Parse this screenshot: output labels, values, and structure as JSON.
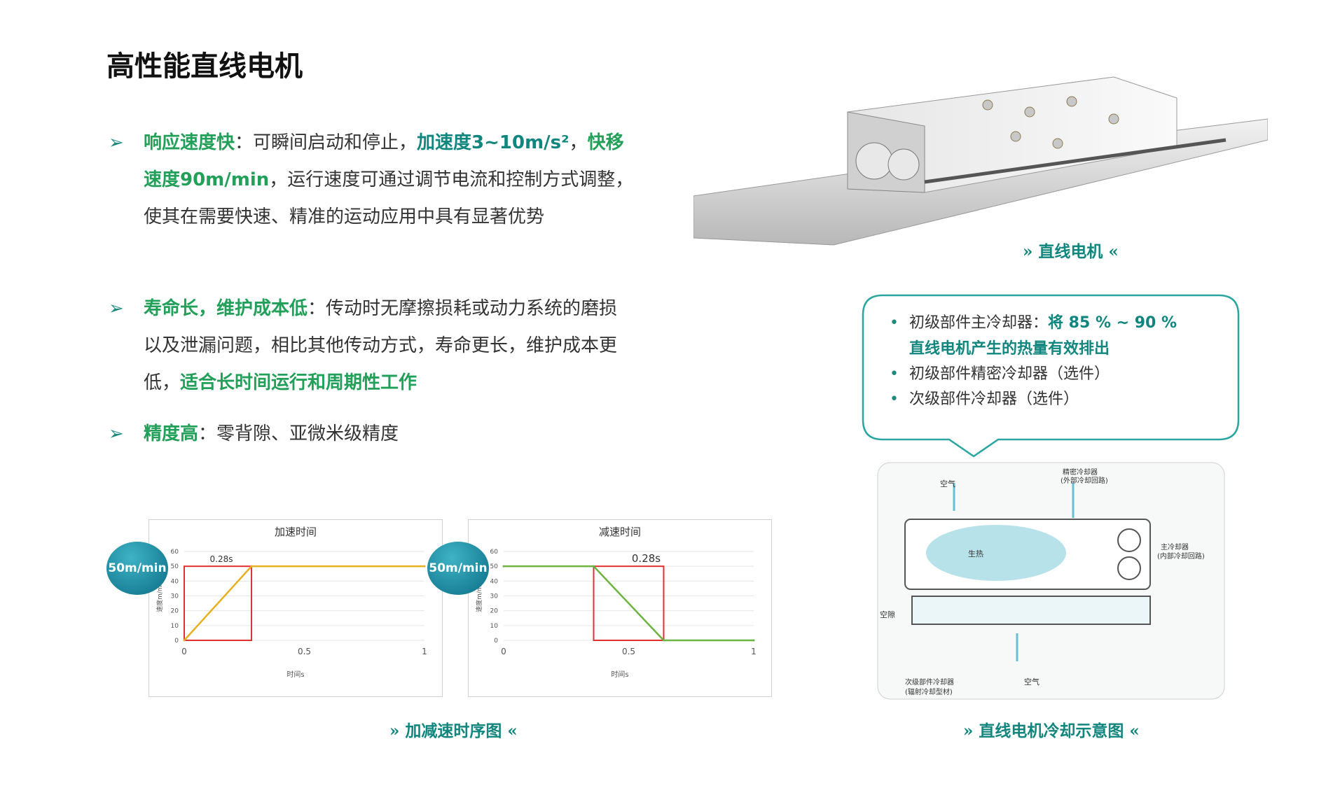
{
  "title": "高性能直线电机",
  "bullets": {
    "b1": {
      "h1": "响应速度快",
      "t1": "：可瞬间启动和停止，",
      "h2": "加速度3~10m/s²",
      "t2": "，",
      "h3": "快移速度90m/min",
      "t3": "，运行速度可通过调节电流和控制方式调整，使其在需要快速、精准的运动应用中具有显著优势"
    },
    "b2": {
      "h1": "寿命长，维护成本低",
      "t1": "：传动时无摩擦损耗或动力系统的磨损以及泄漏问题，相比其他传动方式，寿命更长，维护成本更低，",
      "h2": "适合长时间运行和周期性工作"
    },
    "b3": {
      "h1": "精度高",
      "t1": "：零背隙、亚微米级精度"
    },
    "arrow_glyph": "➢"
  },
  "captions": {
    "motor": "» 直线电机 «",
    "timing": "» 加减速时序图 «",
    "cooling": "» 直线电机冷却示意图 «"
  },
  "cooling_list": {
    "item1_prefix": "初级部件主冷却器：",
    "item1_highlight1": "将 85 % ~ 90 %",
    "item1_highlight2": "直线电机产生的热量有效排出",
    "item2": "初级部件精密冷却器（选件）",
    "item3": "次级部件冷却器（选件）",
    "dot": "•"
  },
  "diagram_labels": {
    "air_top": "空气",
    "precision_cooler": "精密冷却器",
    "precision_cooler_sub": "(外部冷却回路)",
    "main_cooler": "主冷却器",
    "main_cooler_sub": "(内部冷却回路)",
    "heat": "生热",
    "gap": "空隙",
    "secondary_cooler": "次级部件冷却器",
    "secondary_cooler_sub": "(辐射冷却型材)",
    "air_bottom": "空气"
  },
  "colors": {
    "accent_teal": "#11867e",
    "accent_green": "#22a05a",
    "accel_line": "#e8b020",
    "decel_line": "#6cb33f",
    "box_red": "#e03030"
  },
  "chart_data": [
    {
      "type": "line",
      "title": "加速时间",
      "xlabel": "时间s",
      "ylabel": "速度m/min",
      "xlim": [
        0,
        1
      ],
      "ylim": [
        0,
        60
      ],
      "x_ticks": [
        "0",
        "0.5",
        "1"
      ],
      "y_ticks": [
        "0",
        "10",
        "20",
        "30",
        "40",
        "50",
        "60"
      ],
      "series": [
        {
          "x": [
            0,
            0.28,
            1
          ],
          "y": [
            0,
            50,
            50
          ]
        }
      ],
      "annotation": "0.28s",
      "badge": "50m/min",
      "highlight_box": {
        "x0": 0,
        "x1": 0.28,
        "y0": 0,
        "y1": 50
      },
      "grid": true
    },
    {
      "type": "line",
      "title": "减速时间",
      "xlabel": "时间s",
      "ylabel": "速度m/min",
      "xlim": [
        0,
        1
      ],
      "ylim": [
        0,
        60
      ],
      "x_ticks": [
        "0",
        "0.5",
        "1"
      ],
      "y_ticks": [
        "0",
        "10",
        "20",
        "30",
        "40",
        "50",
        "60"
      ],
      "series": [
        {
          "x": [
            0,
            0.36,
            0.64,
            1
          ],
          "y": [
            50,
            50,
            0,
            0
          ]
        }
      ],
      "annotation": "0.28s",
      "badge": "50m/min",
      "highlight_box": {
        "x0": 0.36,
        "x1": 0.64,
        "y0": 0,
        "y1": 50
      },
      "grid": true
    }
  ]
}
